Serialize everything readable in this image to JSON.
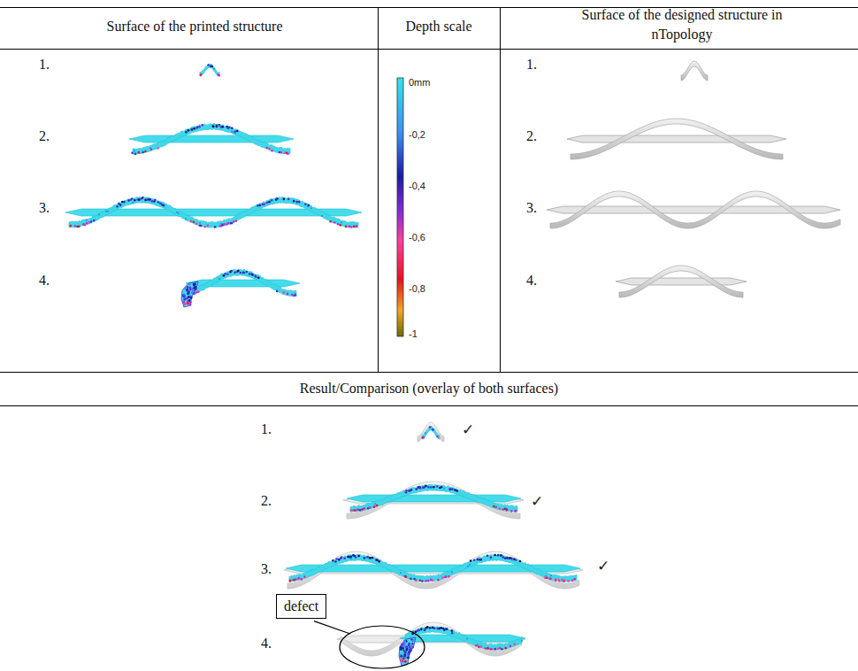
{
  "diagram": {
    "nodes": [
      {
        "text": [
          "defect"
        ]
      }
    ],
    "labels": [
      "Surface of the printed structure",
      "Depth scale",
      "Surface of the designed structure in nTopology",
      "1.",
      "2.",
      "3.",
      "4.",
      "0mm",
      "-0,2",
      "-0,4",
      "-0,6",
      "-0,8",
      "-1",
      "1.",
      "2.",
      "3.",
      "4.",
      "Result/Comparison (overlay of both surfaces)",
      "1.",
      "✓",
      "2.",
      "✓",
      "3.",
      "✓",
      "4."
    ]
  }
}
